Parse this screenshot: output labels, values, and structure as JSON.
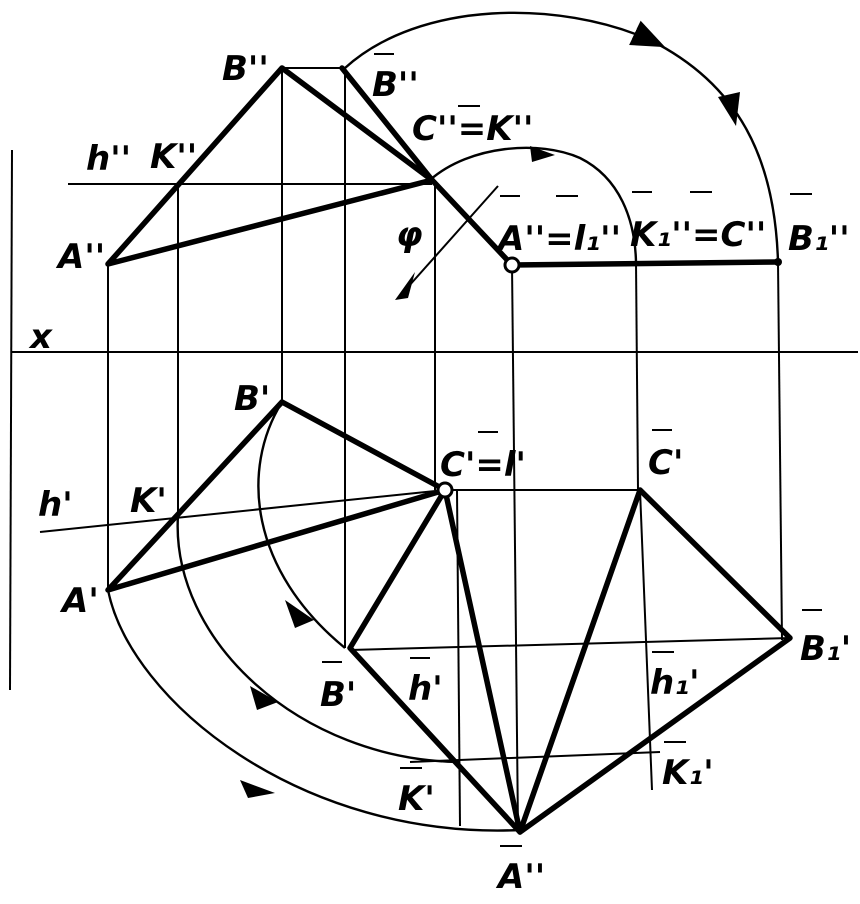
{
  "labels": {
    "B2": "B''",
    "B2bar": "B''",
    "h2": "h''",
    "K2": "K''",
    "C2K2bar": "C''=K''",
    "A2": "A''",
    "phi": "φ",
    "A2l1": "A''=l₁''",
    "K1C": "K₁''=C''",
    "B1bar": "B₁''",
    "x": "x",
    "B1": "B'",
    "C1l1": "C'=l'",
    "C1bar": "C'",
    "h1": "h'",
    "K1": "K'",
    "A1": "A'",
    "B1barp": "B₁'",
    "Bbarp": "B'",
    "hbarp": "h'",
    "h1barp": "h₁'",
    "Kbarp": "K'",
    "K1barp": "K₁'",
    "A2bottom": "A''"
  }
}
